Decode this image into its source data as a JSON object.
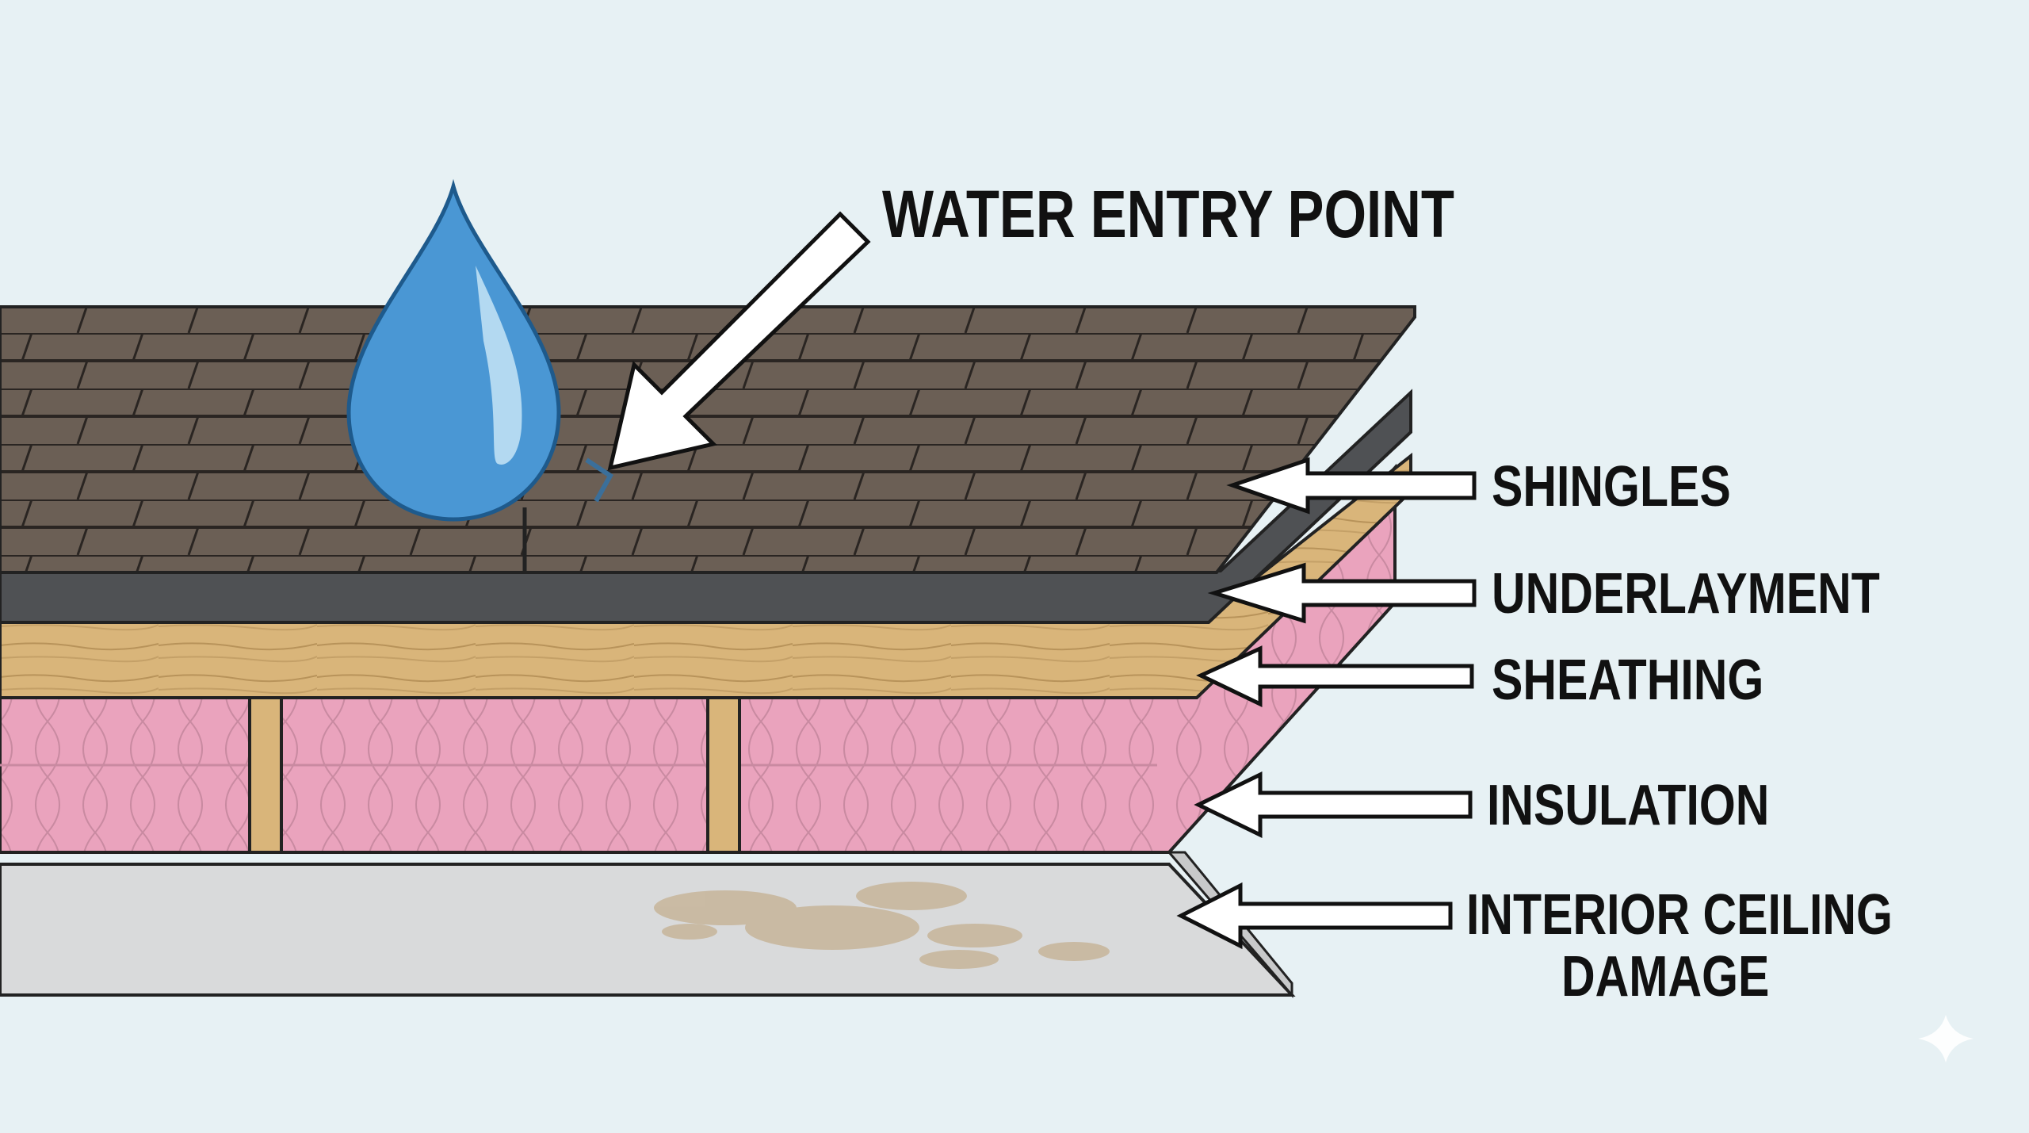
{
  "diagram": {
    "title_callout": "WATER ENTRY POINT",
    "layers": [
      {
        "id": "shingles",
        "label": "SHINGLES"
      },
      {
        "id": "underlayment",
        "label": "UNDERLAYMENT"
      },
      {
        "id": "sheathing",
        "label": "SHEATHING"
      },
      {
        "id": "insulation",
        "label": "INSULATION"
      },
      {
        "id": "ceiling",
        "label_line1": "INTERIOR CEILING",
        "label_line2": "DAMAGE"
      }
    ],
    "colors": {
      "background": "#e7f1f4",
      "shingle": "#6b5f55",
      "underlayment": "#4f5154",
      "sheathing": "#d9b57a",
      "insulation": "#eaa3bd",
      "ceiling": "#d9dadb",
      "water": "#4a97d4",
      "stain": "#c7b59a"
    },
    "icons": [
      "water-drop-icon",
      "sparkle-icon"
    ]
  }
}
